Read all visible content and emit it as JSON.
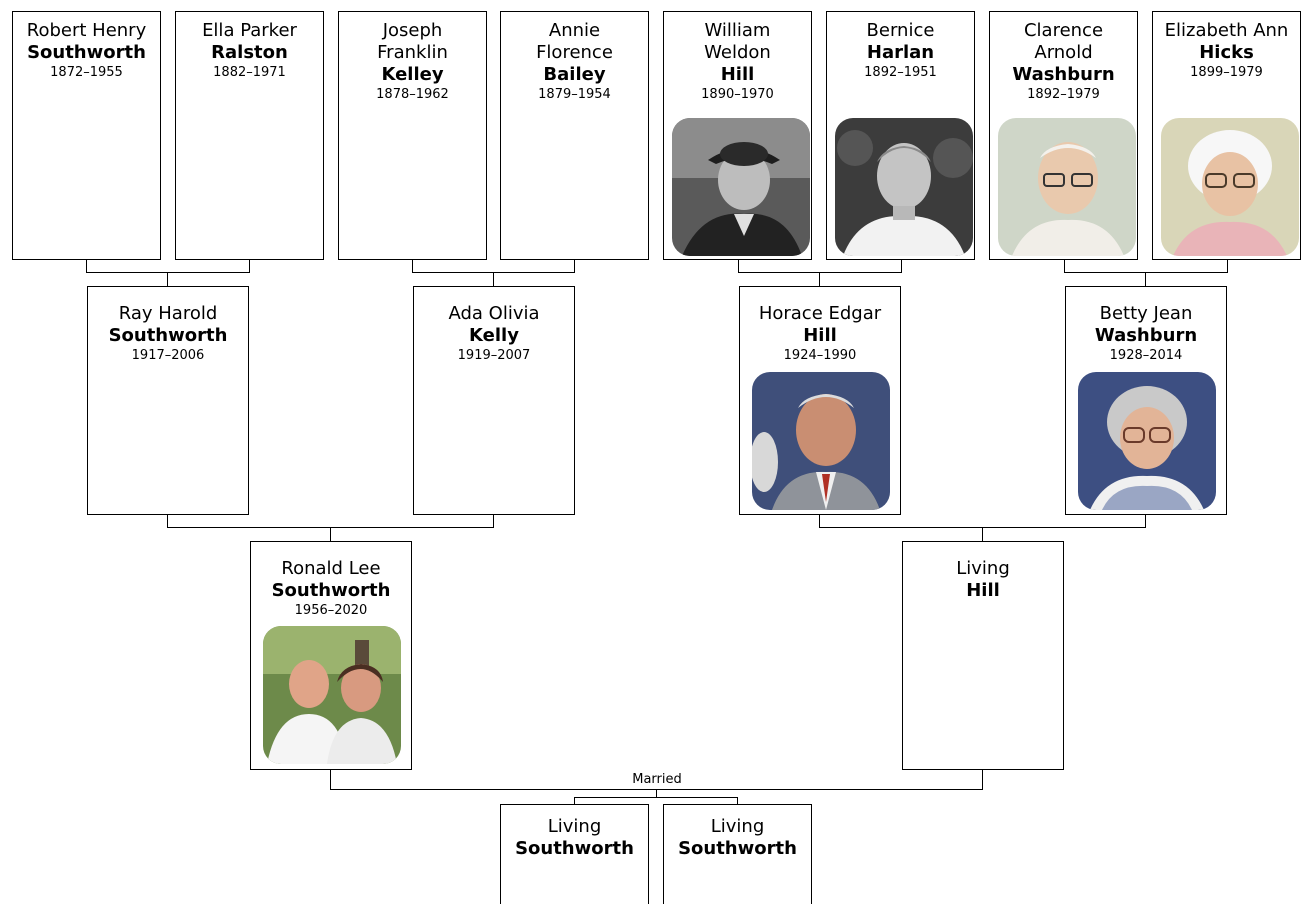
{
  "people": [
    {
      "id": "p1",
      "given": "Robert Henry",
      "surname": "Southworth",
      "dates": "1872–1955",
      "photo": null
    },
    {
      "id": "p2",
      "given": "Ella Parker",
      "surname": "Ralston",
      "dates": "1882–1971",
      "photo": null
    },
    {
      "id": "p3",
      "given": "Joseph Franklin",
      "surname": "Kelley",
      "dates": "1878–1962",
      "photo": null
    },
    {
      "id": "p4",
      "given": "Annie Florence",
      "surname": "Bailey",
      "dates": "1879–1954",
      "photo": null
    },
    {
      "id": "p5",
      "given": "William Weldon",
      "surname": "Hill",
      "dates": "1890–1970",
      "photo": "bw-man-hat"
    },
    {
      "id": "p6",
      "given": "Bernice",
      "surname": "Harlan",
      "dates": "1892–1951",
      "photo": "bw-woman"
    },
    {
      "id": "p7",
      "given": "Clarence Arnold",
      "surname": "Washburn",
      "dates": "1892–1979",
      "photo": "color-man-glasses"
    },
    {
      "id": "p8",
      "given": "Elizabeth Ann",
      "surname": "Hicks",
      "dates": "1899–1979",
      "photo": "color-woman-glasses"
    },
    {
      "id": "p9",
      "given": "Ray Harold",
      "surname": "Southworth",
      "dates": "1917–2006",
      "photo": null
    },
    {
      "id": "p10",
      "given": "Ada Olivia",
      "surname": "Kelly",
      "dates": "1919–2007",
      "photo": null
    },
    {
      "id": "p11",
      "given": "Horace Edgar",
      "surname": "Hill",
      "dates": "1924–1990",
      "photo": "color-man-suit"
    },
    {
      "id": "p12",
      "given": "Betty Jean",
      "surname": "Washburn",
      "dates": "1928–2014",
      "photo": "color-woman-glasses-gray"
    },
    {
      "id": "p13",
      "given": "Ronald Lee",
      "surname": "Southworth",
      "dates": "1956–2020",
      "photo": "color-couple"
    },
    {
      "id": "p14",
      "given": "Living",
      "surname": "Hill",
      "dates": "",
      "photo": null
    },
    {
      "id": "p15",
      "given": "Living",
      "surname": "Southworth",
      "dates": "",
      "photo": null
    },
    {
      "id": "p16",
      "given": "Living",
      "surname": "Southworth",
      "dates": "",
      "photo": null
    }
  ],
  "married_label": "Married",
  "colors": {
    "border": "#000000",
    "background": "#ffffff"
  }
}
